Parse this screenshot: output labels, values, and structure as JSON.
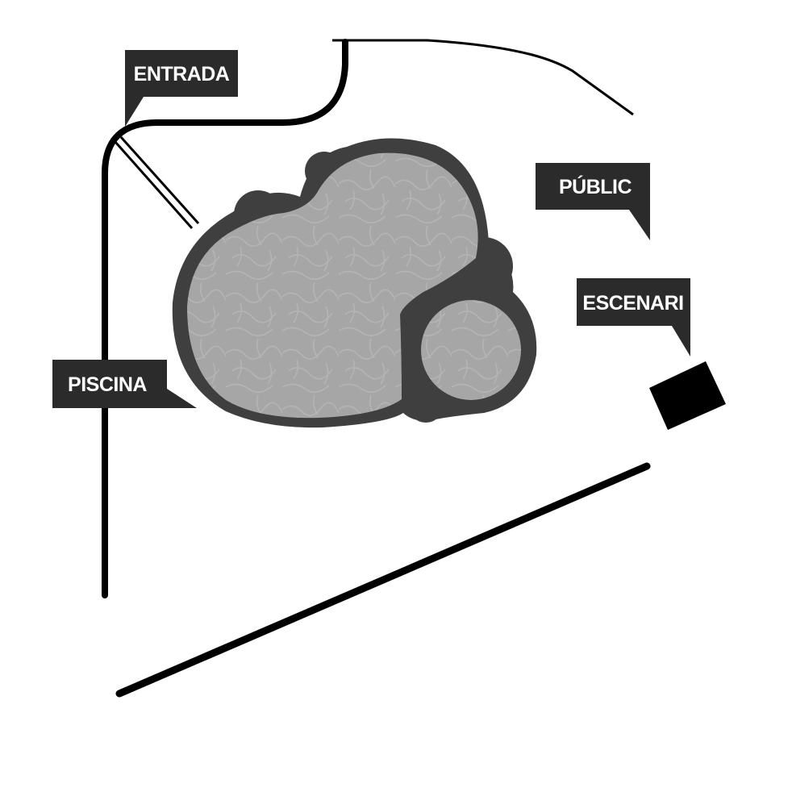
{
  "map": {
    "labels": {
      "entrada": "ENTRADA",
      "public": "PÚBLIC",
      "escenari": "ESCENARI",
      "piscina": "PISCINA"
    },
    "colors": {
      "background": "#ffffff",
      "line": "#000000",
      "label_box": "#2b2b2b",
      "label_text": "#ffffff",
      "pool_rim": "#3f3f3f",
      "pool_water": "#a6a6a6",
      "stage_block": "#000000"
    }
  }
}
